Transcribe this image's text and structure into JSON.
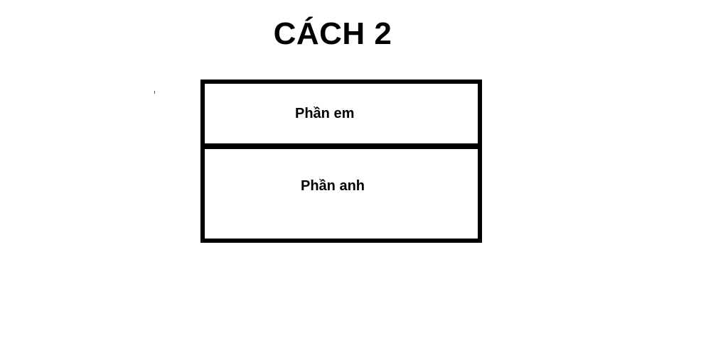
{
  "diagram": {
    "title": "CÁCH 2",
    "sections": [
      {
        "label": "Phần em"
      },
      {
        "label": "Phần anh"
      }
    ]
  }
}
